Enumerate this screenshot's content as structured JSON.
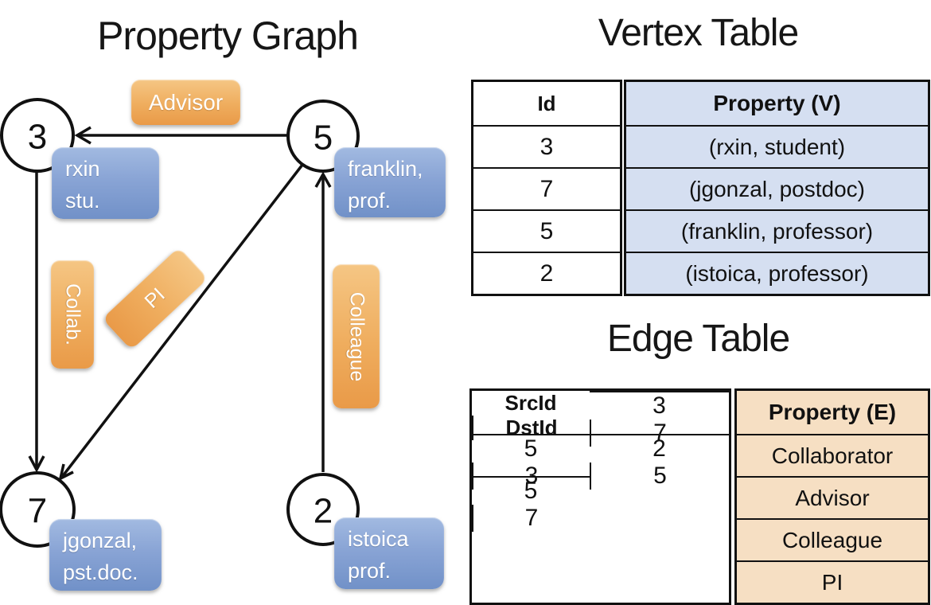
{
  "graph": {
    "title": "Property Graph",
    "nodes": [
      {
        "id": "3",
        "label_line1": "rxin",
        "label_line2": "stu."
      },
      {
        "id": "5",
        "label_line1": "franklin,",
        "label_line2": "prof."
      },
      {
        "id": "7",
        "label_line1": "jgonzal,",
        "label_line2": "pst.doc."
      },
      {
        "id": "2",
        "label_line1": "istoica",
        "label_line2": "prof."
      }
    ],
    "edge_labels": {
      "advisor": "Advisor",
      "collab": "Collab.",
      "pi": "PI",
      "colleague": "Colleague"
    }
  },
  "vertex_table": {
    "title": "Vertex Table",
    "columns": {
      "id": "Id",
      "property": "Property (V)"
    },
    "rows": [
      {
        "id": "3",
        "property": "(rxin, student)"
      },
      {
        "id": "7",
        "property": "(jgonzal, postdoc)"
      },
      {
        "id": "5",
        "property": "(franklin, professor)"
      },
      {
        "id": "2",
        "property": "(istoica, professor)"
      }
    ]
  },
  "edge_table": {
    "title": "Edge Table",
    "columns": {
      "src": "SrcId",
      "dst": "DstId",
      "property": "Property (E)"
    },
    "rows": [
      {
        "src": "3",
        "dst": "7",
        "property": "Collaborator"
      },
      {
        "src": "5",
        "dst": "3",
        "property": "Advisor"
      },
      {
        "src": "2",
        "dst": "5",
        "property": "Colleague"
      },
      {
        "src": "5",
        "dst": "7",
        "property": "PI"
      }
    ]
  },
  "colors": {
    "edge_label_orange": "#eda551",
    "vertex_label_blue": "#7e9cd0",
    "vertex_table_fill": "#d5dff1",
    "edge_table_fill": "#f6dfc3",
    "line_black": "#111111"
  }
}
